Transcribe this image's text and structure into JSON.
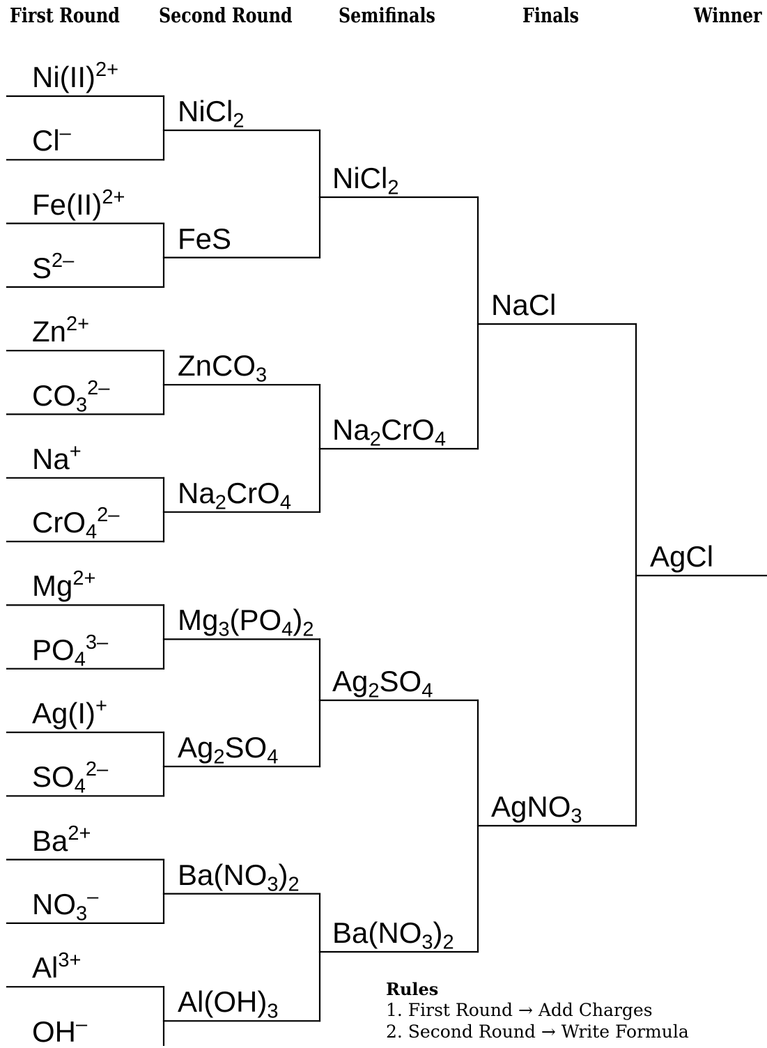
{
  "headers": {
    "first": "First Round",
    "second": "Second Round",
    "semi": "Semifinals",
    "finals": "Finals",
    "winner": "Winner"
  },
  "first_round": [
    [
      {
        "t": "Ni(II)"
      },
      {
        "t": "2+",
        "sup": true
      }
    ],
    [
      {
        "t": "Cl"
      },
      {
        "t": "–",
        "sup": true
      }
    ],
    [
      {
        "t": "Fe(II)"
      },
      {
        "t": "2+",
        "sup": true
      }
    ],
    [
      {
        "t": "S"
      },
      {
        "t": "2–",
        "sup": true
      }
    ],
    [
      {
        "t": "Zn"
      },
      {
        "t": "2+",
        "sup": true
      }
    ],
    [
      {
        "t": "CO"
      },
      {
        "t": "3",
        "sub": true
      },
      {
        "t": "2–",
        "sup": true
      }
    ],
    [
      {
        "t": "Na"
      },
      {
        "t": "+",
        "sup": true
      }
    ],
    [
      {
        "t": "CrO"
      },
      {
        "t": "4",
        "sub": true
      },
      {
        "t": "2–",
        "sup": true
      }
    ],
    [
      {
        "t": "Mg"
      },
      {
        "t": "2+",
        "sup": true
      }
    ],
    [
      {
        "t": "PO"
      },
      {
        "t": "4",
        "sub": true
      },
      {
        "t": "3–",
        "sup": true
      }
    ],
    [
      {
        "t": "Ag(I)"
      },
      {
        "t": "+",
        "sup": true
      }
    ],
    [
      {
        "t": "SO"
      },
      {
        "t": "4",
        "sub": true
      },
      {
        "t": "2–",
        "sup": true
      }
    ],
    [
      {
        "t": "Ba"
      },
      {
        "t": "2+",
        "sup": true
      }
    ],
    [
      {
        "t": "NO"
      },
      {
        "t": "3",
        "sub": true
      },
      {
        "t": "–",
        "sup": true
      }
    ],
    [
      {
        "t": "Al"
      },
      {
        "t": "3+",
        "sup": true
      }
    ],
    [
      {
        "t": "OH"
      },
      {
        "t": "–",
        "sup": true
      }
    ]
  ],
  "second_round": [
    [
      {
        "t": "NiCl"
      },
      {
        "t": "2",
        "sub": true
      }
    ],
    [
      {
        "t": "FeS"
      }
    ],
    [
      {
        "t": "ZnCO"
      },
      {
        "t": "3",
        "sub": true
      }
    ],
    [
      {
        "t": "Na"
      },
      {
        "t": "2",
        "sub": true
      },
      {
        "t": "CrO"
      },
      {
        "t": "4",
        "sub": true
      }
    ],
    [
      {
        "t": "Mg"
      },
      {
        "t": "3",
        "sub": true
      },
      {
        "t": "(PO"
      },
      {
        "t": "4",
        "sub": true
      },
      {
        "t": ")"
      },
      {
        "t": "2",
        "sub": true
      }
    ],
    [
      {
        "t": "Ag"
      },
      {
        "t": "2",
        "sub": true
      },
      {
        "t": "SO"
      },
      {
        "t": "4",
        "sub": true
      }
    ],
    [
      {
        "t": "Ba(NO"
      },
      {
        "t": "3",
        "sub": true
      },
      {
        "t": ")"
      },
      {
        "t": "2",
        "sub": true
      }
    ],
    [
      {
        "t": "Al(OH)"
      },
      {
        "t": "3",
        "sub": true
      }
    ]
  ],
  "semifinals": [
    [
      {
        "t": "NiCl"
      },
      {
        "t": "2",
        "sub": true
      }
    ],
    [
      {
        "t": "Na"
      },
      {
        "t": "2",
        "sub": true
      },
      {
        "t": "CrO"
      },
      {
        "t": "4",
        "sub": true
      }
    ],
    [
      {
        "t": "Ag"
      },
      {
        "t": "2",
        "sub": true
      },
      {
        "t": "SO"
      },
      {
        "t": "4",
        "sub": true
      }
    ],
    [
      {
        "t": "Ba(NO"
      },
      {
        "t": "3",
        "sub": true
      },
      {
        "t": ")"
      },
      {
        "t": "2",
        "sub": true
      }
    ]
  ],
  "finals": [
    [
      {
        "t": "NaCl"
      }
    ],
    [
      {
        "t": "AgNO"
      },
      {
        "t": "3",
        "sub": true
      }
    ]
  ],
  "winner": [
    [
      {
        "t": "AgCl"
      }
    ]
  ],
  "rules": {
    "title": "Rules",
    "items": [
      "1.  First Round → Add Charges",
      "2.  Second Round → Write Formula"
    ]
  }
}
